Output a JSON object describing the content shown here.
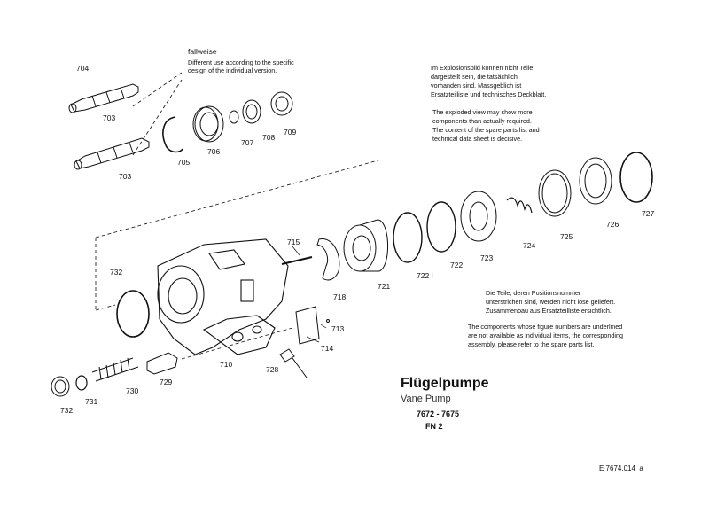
{
  "notes": {
    "fallweise_heading": "fallweise",
    "fallweise_en_1": "Different use according to the specific",
    "fallweise_en_2": "design of the individual version.",
    "de_explosion_1": "Im Explosionsbild können nicht Teile",
    "de_explosion_2": "dargestellt sein, die tatsächlich",
    "de_explosion_3": "vorhanden sind. Massgeblich ist",
    "de_explosion_4": "Ersatzteilliste und technisches Deckblatt.",
    "en_explosion_1": "The exploded view may show more",
    "en_explosion_2": "components than actually required.",
    "en_explosion_3": "The content of the spare parts list and",
    "en_explosion_4": "technical data sheet is decisive.",
    "de_underline_1": "Die Teile, deren Positionsnummer",
    "de_underline_2": "unterstrichen sind, werden nicht lose geliefert.",
    "de_underline_3": "Zusammenbau aus Ersatzteilliste ersichtlich.",
    "en_underline_1": "The components whose figure numbers are underlined",
    "en_underline_2": "are not available as individual items, the corresponding",
    "en_underline_3": "assembly, please refer to the spare parts list."
  },
  "title": {
    "name_de": "Flügelpumpe",
    "name_en": "Vane Pump",
    "range": "7672 - 7675",
    "fn": "FN 2",
    "doc_ref": "E 7674.014_a"
  },
  "parts": {
    "p703a": "703",
    "p703b": "703",
    "p704": "704",
    "p705": "705",
    "p706": "706",
    "p707": "707",
    "p708": "708",
    "p709": "709",
    "p710": "710",
    "p713": "713",
    "p714": "714",
    "p715": "715",
    "p718": "718",
    "p721": "721",
    "p722": "722",
    "p7221": "722 I",
    "p723": "723",
    "p724": "724",
    "p725": "725",
    "p726": "726",
    "p727": "727",
    "p728": "728",
    "p729": "729",
    "p730": "730",
    "p731": "731",
    "p732a": "732",
    "p732b": "732"
  }
}
